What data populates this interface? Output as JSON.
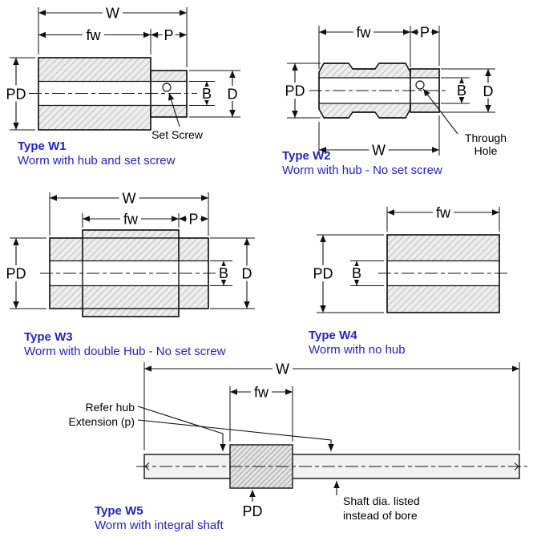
{
  "figure": {
    "colors": {
      "accent_blue": "#2222cc",
      "line": "#111111",
      "body_fill": "#ededed"
    }
  },
  "w1": {
    "title": "Type W1",
    "description": "Worm with hub and set screw",
    "dims": {
      "W": "W",
      "fw": "fw",
      "P": "P",
      "PD": "PD",
      "B": "B",
      "D": "D"
    },
    "annotation_set_screw": "Set Screw"
  },
  "w2": {
    "title": "Type W2",
    "description": "Worm with hub - No set screw",
    "dims": {
      "W": "W",
      "fw": "fw",
      "P": "P",
      "PD": "PD",
      "B": "B",
      "D": "D"
    },
    "annotation_through_1": "Through",
    "annotation_through_2": "Hole"
  },
  "w3": {
    "title": "Type W3",
    "description": "Worm with double Hub - No set screw",
    "dims": {
      "W": "W",
      "fw": "fw",
      "P": "P",
      "PD": "PD",
      "B": "B",
      "D": "D"
    }
  },
  "w4": {
    "title": "Type W4",
    "description": "Worm with no hub",
    "dims": {
      "fw": "fw",
      "PD": "PD",
      "B": "B"
    }
  },
  "w5": {
    "title": "Type W5",
    "description": "Worm with integral shaft",
    "dims": {
      "W": "W",
      "fw": "fw",
      "PD": "PD"
    },
    "annotation_refer_1": "Refer hub",
    "annotation_refer_2": "Extension (p)",
    "annotation_shaft_1": "Shaft dia. listed",
    "annotation_shaft_2": "instead of bore"
  }
}
